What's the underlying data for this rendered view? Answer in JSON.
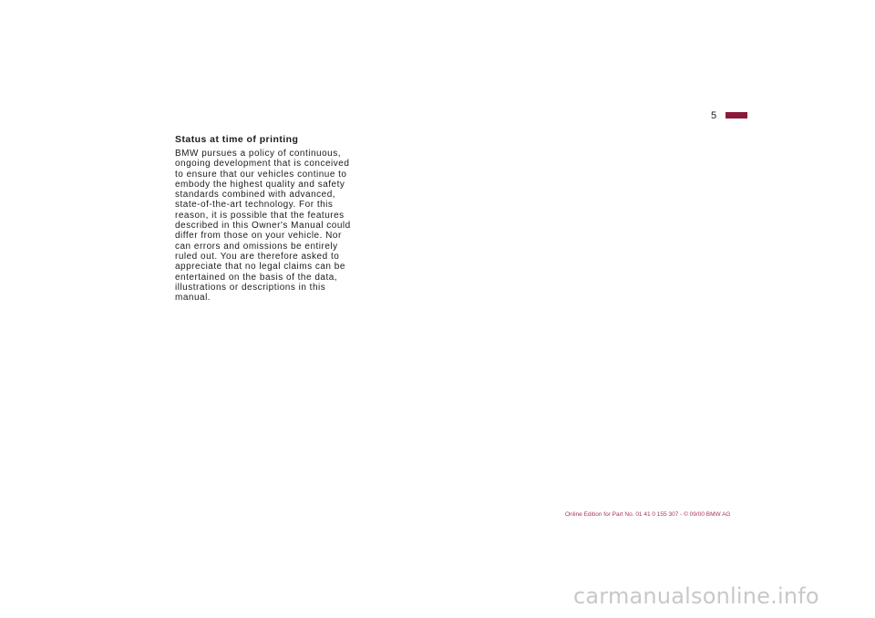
{
  "header": {
    "page_number": "5",
    "accent_color": "#8b1a3a"
  },
  "section": {
    "heading": "Status at time of printing",
    "body_lines": [
      "BMW pursues a policy of continuous,",
      "ongoing development that is conceived",
      "to ensure that our vehicles continue to",
      "embody the highest quality and safety",
      "standards combined with advanced,",
      "state-of-the-art technology. For this",
      "reason, it is possible that the features",
      "described in this Owner's Manual could",
      "differ from those on your vehicle. Nor",
      "can errors and omissions be entirely",
      "ruled out. You are therefore asked to",
      "appreciate that no legal claims can be",
      "entertained on the basis of the data,",
      "illustrations or descriptions in this",
      "manual."
    ]
  },
  "footer": {
    "edition_note": "Online Edition for Part No. 01 41 0 155 307 - © 09/00 BMW AG",
    "note_color": "#a8345a"
  },
  "watermark": {
    "text": "carmanualsonline.info"
  }
}
